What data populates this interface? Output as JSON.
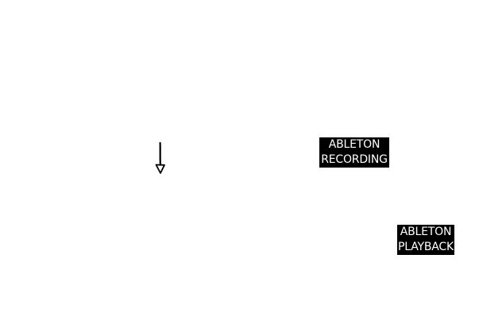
{
  "canvas": {
    "background": "#ffffff"
  },
  "arrow": {
    "icon": "down-arrow-icon",
    "color": "#000000"
  },
  "labels": {
    "recording": {
      "line1": "ABLETON",
      "line2": "RECORDING"
    },
    "playback": {
      "line1": "ABLETON",
      "line2": "PLAYBACK"
    }
  },
  "colors": {
    "label_background": "#000000",
    "label_text": "#ffffff"
  }
}
